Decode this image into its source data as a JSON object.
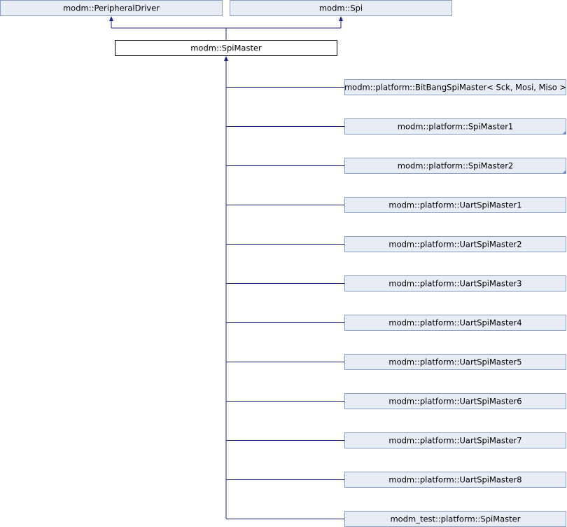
{
  "diagram": {
    "parents": [
      {
        "id": "peripheral-driver",
        "label": "modm::PeripheralDriver"
      },
      {
        "id": "spi",
        "label": "modm::Spi"
      }
    ],
    "current": {
      "id": "spi-master",
      "label": "modm::SpiMaster"
    },
    "children": [
      {
        "id": "bitbang-spi-master",
        "label": "modm::platform::BitBangSpiMaster< Sck, Mosi, Miso >",
        "has_more": false
      },
      {
        "id": "spi-master-1",
        "label": "modm::platform::SpiMaster1",
        "has_more": true
      },
      {
        "id": "spi-master-2",
        "label": "modm::platform::SpiMaster2",
        "has_more": true
      },
      {
        "id": "uart-spi-master-1",
        "label": "modm::platform::UartSpiMaster1",
        "has_more": false
      },
      {
        "id": "uart-spi-master-2",
        "label": "modm::platform::UartSpiMaster2",
        "has_more": false
      },
      {
        "id": "uart-spi-master-3",
        "label": "modm::platform::UartSpiMaster3",
        "has_more": false
      },
      {
        "id": "uart-spi-master-4",
        "label": "modm::platform::UartSpiMaster4",
        "has_more": false
      },
      {
        "id": "uart-spi-master-5",
        "label": "modm::platform::UartSpiMaster5",
        "has_more": false
      },
      {
        "id": "uart-spi-master-6",
        "label": "modm::platform::UartSpiMaster6",
        "has_more": false
      },
      {
        "id": "uart-spi-master-7",
        "label": "modm::platform::UartSpiMaster7",
        "has_more": false
      },
      {
        "id": "uart-spi-master-8",
        "label": "modm::platform::UartSpiMaster8",
        "has_more": false
      },
      {
        "id": "test-spi-master",
        "label": "modm_test::platform::SpiMaster",
        "has_more": false
      }
    ],
    "colors": {
      "node_fill": "#e8edf5",
      "node_border": "#8c9cbf",
      "current_border": "#000000",
      "edge": "#1a237e"
    }
  }
}
